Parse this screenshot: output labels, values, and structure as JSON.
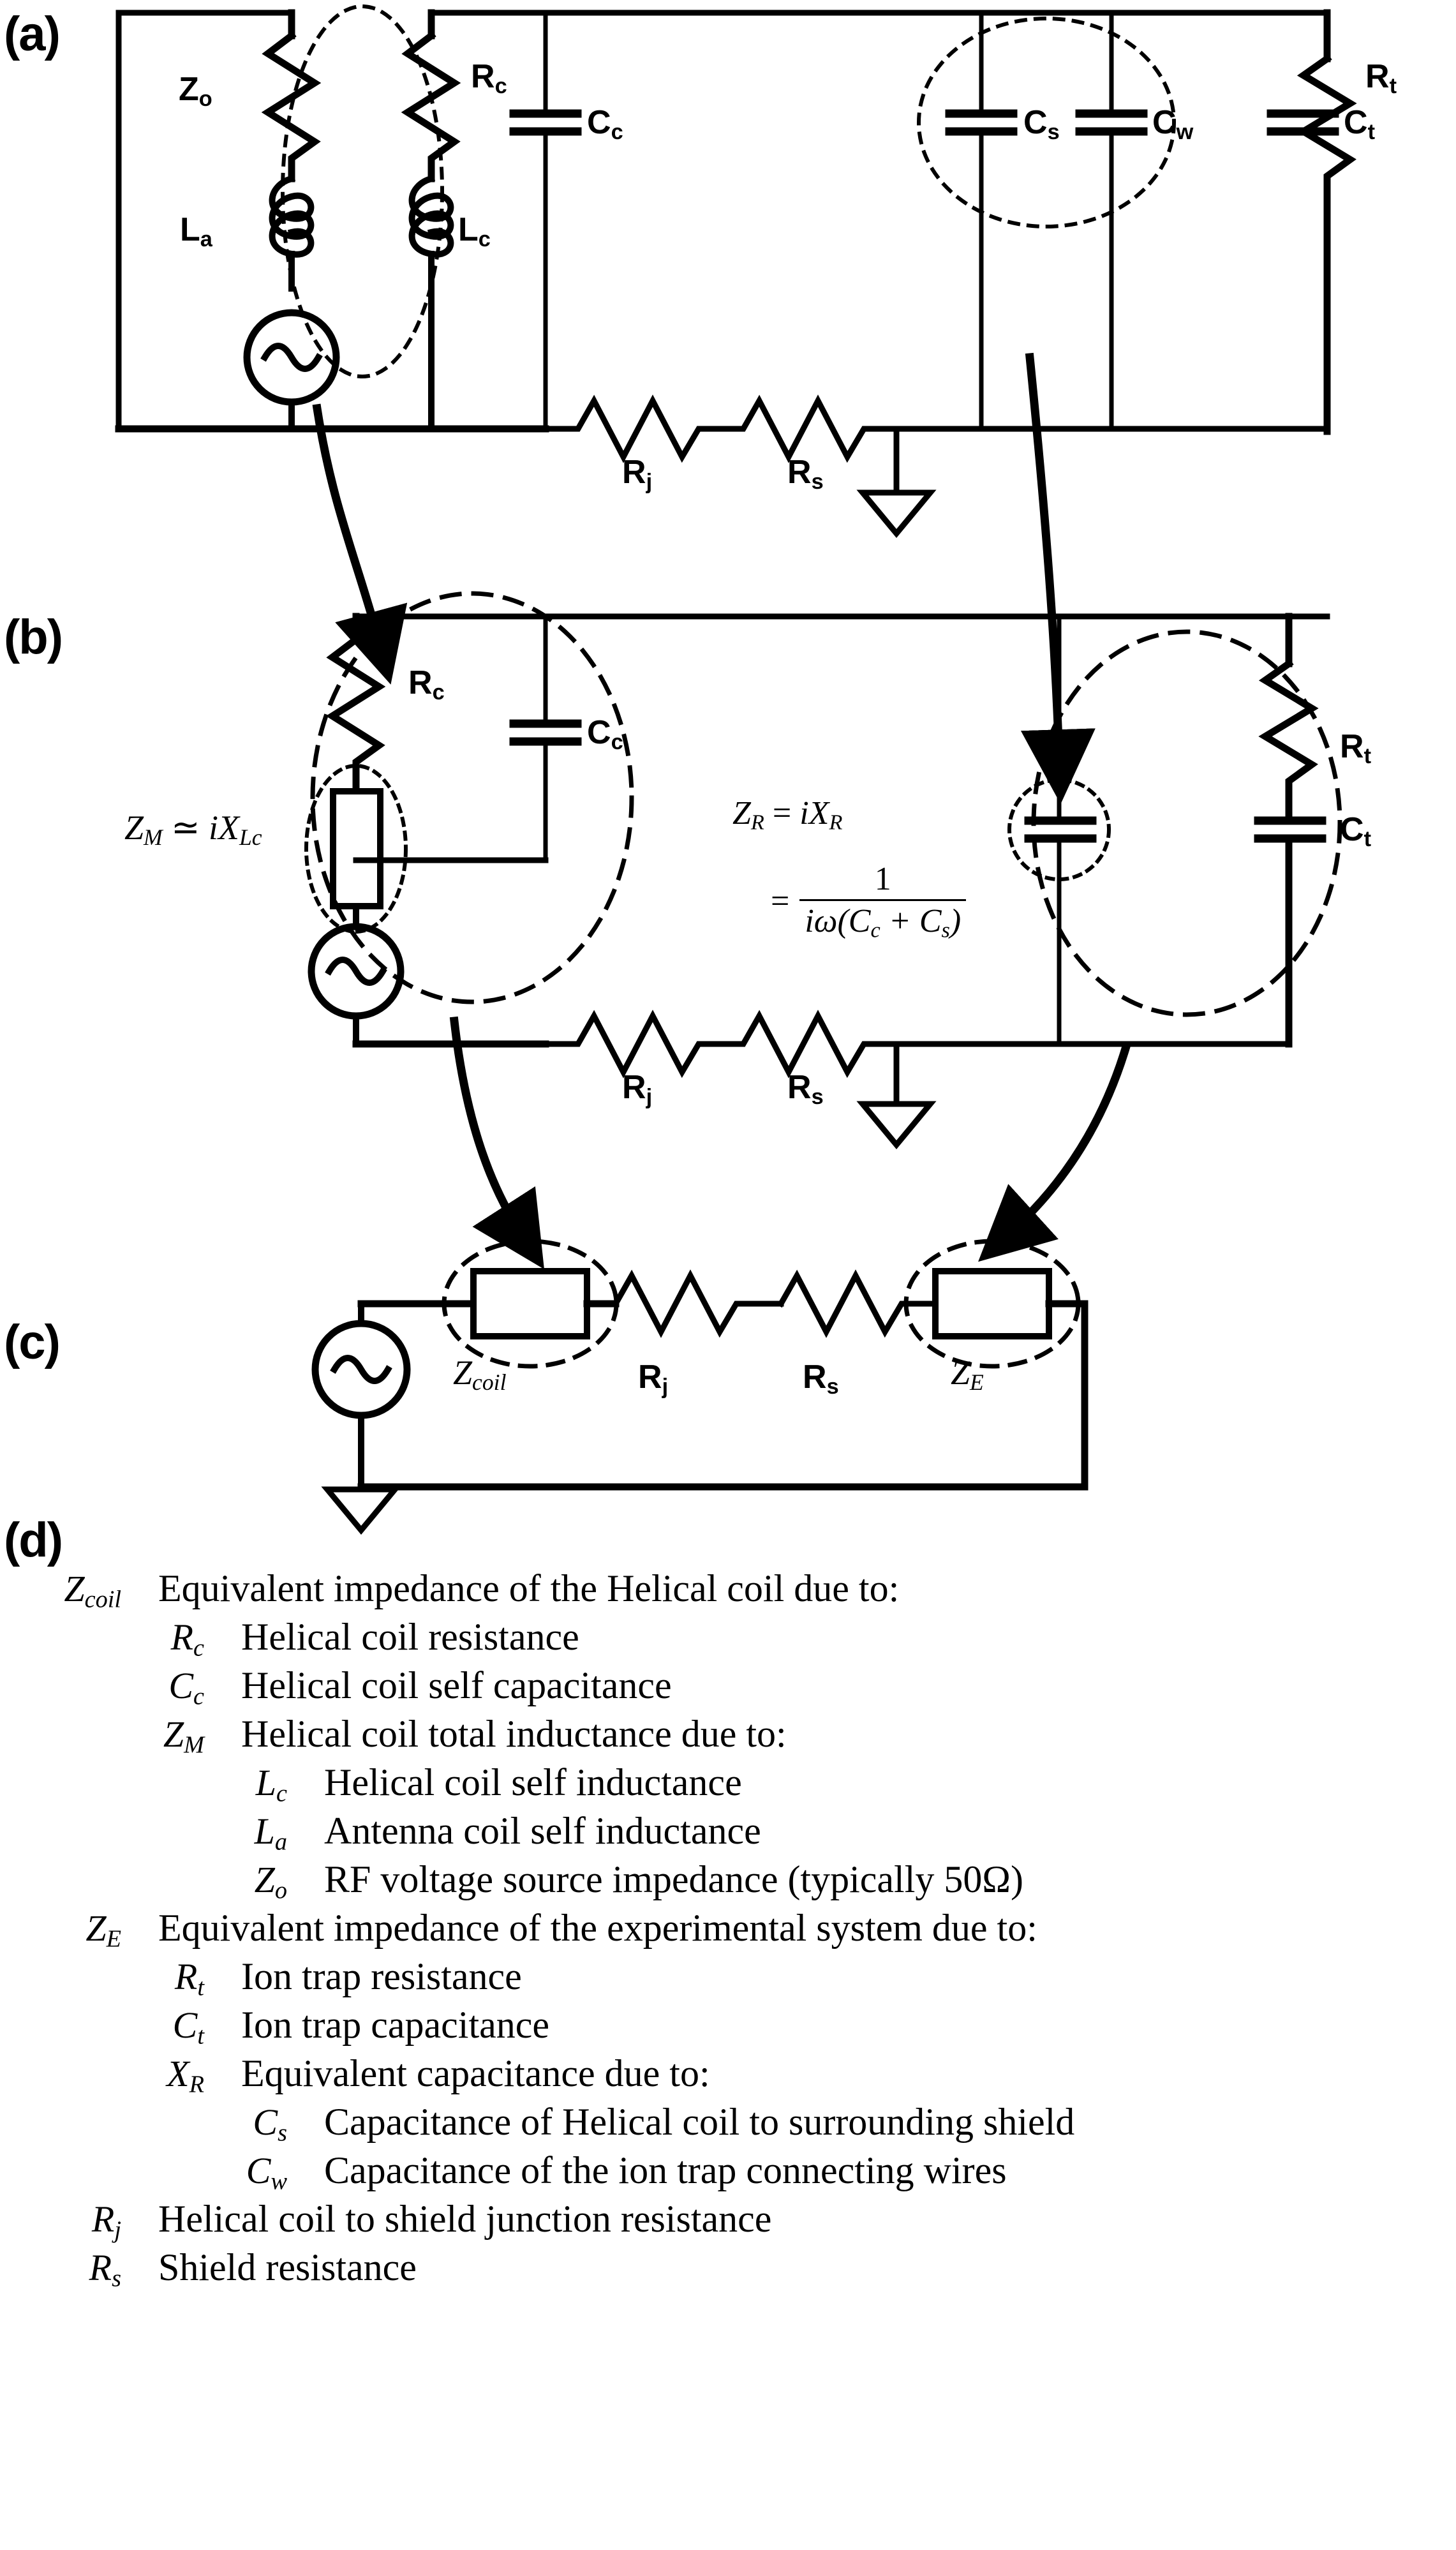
{
  "panels": {
    "a": "(a)",
    "b": "(b)",
    "c": "(c)",
    "d": "(d)"
  },
  "panel_a": {
    "labels": {
      "zo": "Z",
      "zo_sub": "o",
      "rc": "R",
      "rc_sub": "c",
      "la": "L",
      "la_sub": "a",
      "lc": "L",
      "lc_sub": "c",
      "cc": "C",
      "cc_sub": "c",
      "cs": "C",
      "cs_sub": "s",
      "cw": "C",
      "cw_sub": "w",
      "ct": "C",
      "ct_sub": "t",
      "rt": "R",
      "rt_sub": "t",
      "rj": "R",
      "rj_sub": "j",
      "rs": "R",
      "rs_sub": "s"
    }
  },
  "panel_b": {
    "labels": {
      "rc": "R",
      "rc_sub": "c",
      "cc": "C",
      "cc_sub": "c",
      "rt": "R",
      "rt_sub": "t",
      "ct": "C",
      "ct_sub": "t",
      "rj": "R",
      "rj_sub": "j",
      "rs": "R",
      "rs_sub": "s"
    },
    "eq_zm": {
      "lhs": "Z",
      "lhs_sub": "M",
      "rel": " ≃ ",
      "rhs": "iX",
      "rhs_sub": "Lc"
    },
    "eq_zr": {
      "line1_lhs": "Z",
      "line1_lhs_sub": "R",
      "line1_eq": " = ",
      "line1_rhs": "iX",
      "line1_rhs_sub": "R",
      "line2_eq": "=",
      "numerator": "1",
      "denominator_pre": "iω(C",
      "denominator_sub1": "c",
      "denominator_mid": " + C",
      "denominator_sub2": "s",
      "denominator_post": ")"
    }
  },
  "panel_c": {
    "labels": {
      "zcoil": "Z",
      "zcoil_sub": "coil",
      "ze": "Z",
      "ze_sub": "E",
      "rj": "R",
      "rj_sub": "j",
      "rs": "R",
      "rs_sub": "s"
    }
  },
  "legend": {
    "rows": [
      {
        "indent": 0,
        "symbol": "Z",
        "sub": "coil",
        "desc": "Equivalent impedance of the Helical coil due to:"
      },
      {
        "indent": 1,
        "symbol": "R",
        "sub": "c",
        "desc": "Helical coil resistance"
      },
      {
        "indent": 1,
        "symbol": "C",
        "sub": "c",
        "desc": "Helical coil self capacitance"
      },
      {
        "indent": 1,
        "symbol": "Z",
        "sub": "M",
        "desc": "Helical coil total inductance due to:"
      },
      {
        "indent": 2,
        "symbol": "L",
        "sub": "c",
        "desc": "Helical coil self inductance"
      },
      {
        "indent": 2,
        "symbol": "L",
        "sub": "a",
        "desc": "Antenna coil self inductance"
      },
      {
        "indent": 2,
        "symbol": "Z",
        "sub": "o",
        "desc": "RF voltage source impedance (typically 50Ω)"
      },
      {
        "indent": 0,
        "symbol": "Z",
        "sub": "E",
        "desc": "Equivalent impedance of the experimental system due to:"
      },
      {
        "indent": 1,
        "symbol": "R",
        "sub": "t",
        "desc": "Ion trap resistance"
      },
      {
        "indent": 1,
        "symbol": "C",
        "sub": "t",
        "desc": "Ion trap capacitance"
      },
      {
        "indent": 1,
        "symbol": "X",
        "sub": "R",
        "desc": "Equivalent capacitance due to:"
      },
      {
        "indent": 2,
        "symbol": "C",
        "sub": "s",
        "desc": "Capacitance of Helical coil to surrounding shield"
      },
      {
        "indent": 2,
        "symbol": "C",
        "sub": "w",
        "desc": "Capacitance of the ion trap connecting wires"
      },
      {
        "indent": 0,
        "symbol": "R",
        "sub": "j",
        "desc": "Helical coil to shield junction resistance"
      },
      {
        "indent": 0,
        "symbol": "R",
        "sub": "s",
        "desc": "Shield resistance"
      }
    ]
  },
  "colors": {
    "ink": "#000000",
    "background": "#ffffff"
  }
}
